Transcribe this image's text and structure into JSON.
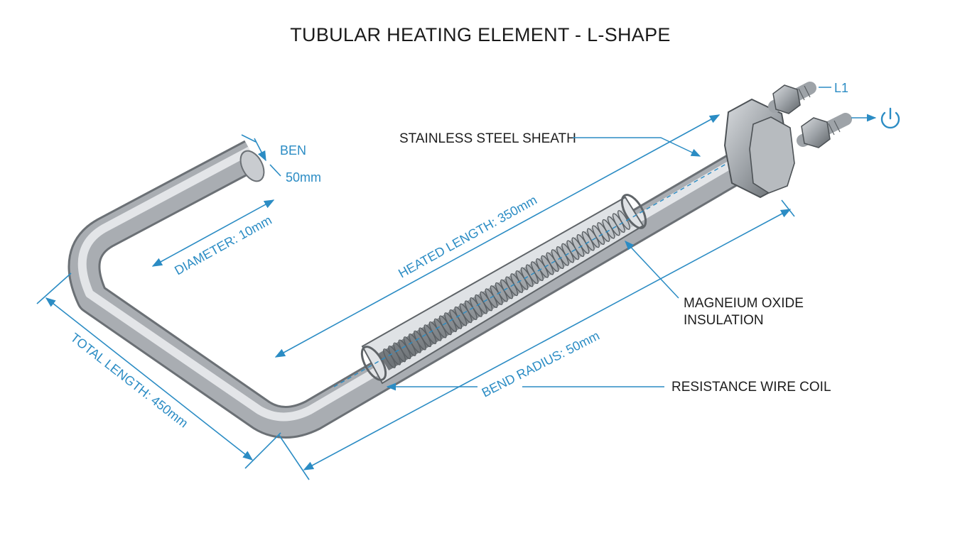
{
  "title": "TUBULAR HEATING ELEMENT - L-SHAPE",
  "callouts": {
    "sheath": "STAINLESS STEEL SHEATH",
    "insulation_line1": "MAGNEIUM OXIDE",
    "insulation_line2": "INSULATION",
    "coil": "RESISTANCE WIRE COIL"
  },
  "dimensions": {
    "bend_label": "BEN",
    "bend_value": "50mm",
    "diameter": "DIAMETER: 10mm",
    "heated_length": "HEATED LENGTH: 350mm",
    "bend_radius": "BEND RADIUS: 50mm",
    "total_length": "TOTAL LENGTH: 450mm"
  },
  "terminal": {
    "label": "L1",
    "icon": "power-icon"
  },
  "colors": {
    "dimension_blue": "#2b8cc4",
    "metal": "#b4b8bd",
    "text": "#1e1e1e"
  }
}
